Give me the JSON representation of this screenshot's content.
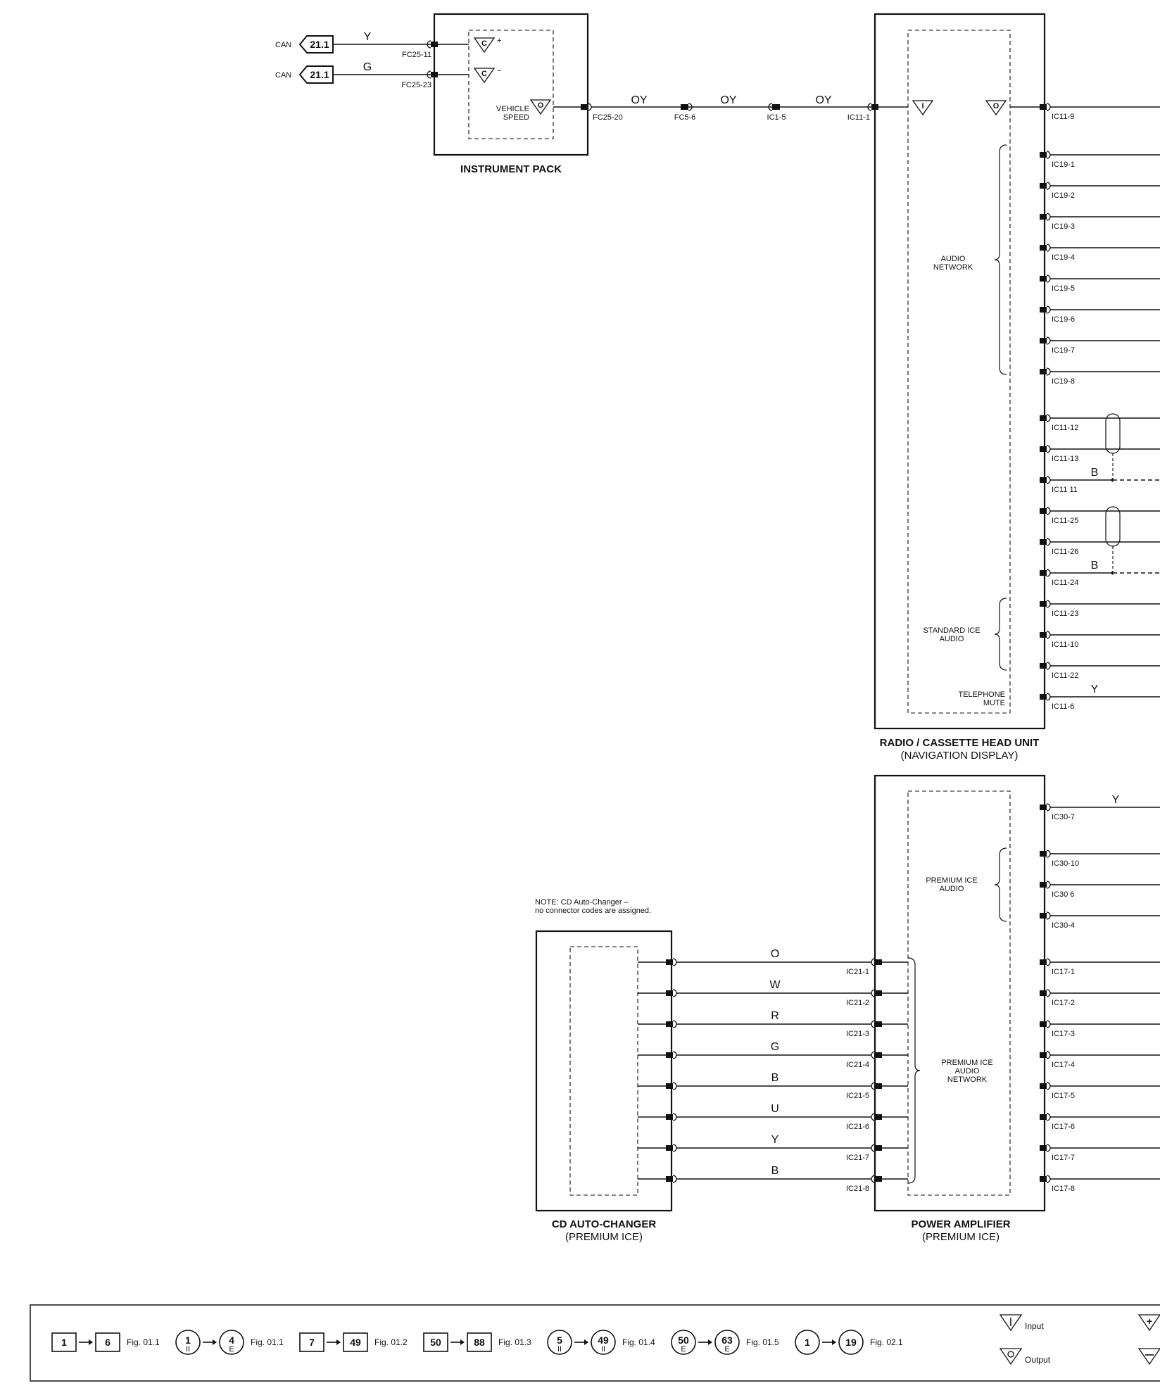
{
  "instrument_pack": {
    "title": "INSTRUMENT PACK",
    "vehicle_speed": [
      "VEHICLE",
      "SPEED"
    ],
    "can_inputs": [
      {
        "label": "CAN",
        "ref": "21.1",
        "wire": "Y",
        "pin": "FC25-11",
        "symbol": "C",
        "sign": "+"
      },
      {
        "label": "CAN",
        "ref": "21.1",
        "wire": "G",
        "pin": "FC25-23",
        "symbol": "C",
        "sign": "−"
      }
    ],
    "output_pin": "FC25-20"
  },
  "speed_wire": {
    "segments": [
      "OY",
      "OY",
      "OY"
    ],
    "connectors": [
      "FC5-6",
      "IC1-5"
    ]
  },
  "radio_unit": {
    "title": "RADIO / CASSETTE HEAD UNIT",
    "subtitle": "(NAVIGATION DISPLAY)",
    "input_pin": "IC11-1",
    "input_symbol": "I",
    "output_symbol": "O",
    "audio_network": [
      "AUDIO",
      "NETWORK"
    ],
    "standard_ice": [
      "STANDARD ICE",
      "AUDIO"
    ],
    "telephone_mute": [
      "TELEPHONE",
      "MUTE"
    ],
    "pins": [
      "IC11-9",
      "IC19-1",
      "IC19-2",
      "IC19-3",
      "IC19-4",
      "IC19-5",
      "IC19-6",
      "IC19-7",
      "IC19-8",
      "IC11-12",
      "IC11-13",
      "IC11 11",
      "IC11-25",
      "IC11-26",
      "IC11-24",
      "IC11-23",
      "IC11-10",
      "IC11-22",
      "IC11-6"
    ],
    "wire_labels": {
      "IC11 11": "B",
      "IC11-24": "B",
      "IC11-6": "Y"
    }
  },
  "power_amplifier": {
    "title": "POWER AMPLIFIER",
    "subtitle": "(PREMIUM ICE)",
    "premium_ice": [
      "PREMIUM ICE",
      "AUDIO"
    ],
    "premium_network": [
      "PREMIUM ICE",
      "AUDIO",
      "NETWORK"
    ],
    "right_pins": [
      "IC30-7",
      "IC30-10",
      "IC30 6",
      "IC30-4",
      "IC17-1",
      "IC17-2",
      "IC17-3",
      "IC17-4",
      "IC17-5",
      "IC17-6",
      "IC17-7",
      "IC17-8"
    ],
    "right_wire_labels": {
      "IC30-7": "Y"
    },
    "left_pins": [
      "IC21-1",
      "IC21-2",
      "IC21-3",
      "IC21-4",
      "IC21-5",
      "IC21-6",
      "IC21-7",
      "IC21-8"
    ]
  },
  "cd_changer": {
    "title": "CD AUTO-CHANGER",
    "subtitle": "(PREMIUM ICE)",
    "note": [
      "NOTE: CD Auto-Changer –",
      "no connector codes are assigned."
    ],
    "wires": [
      "O",
      "W",
      "R",
      "G",
      "B",
      "U",
      "Y",
      "B"
    ]
  },
  "legend": {
    "items": [
      {
        "from": "1",
        "to": "6",
        "shape": "box",
        "fig": "Fig. 01.1"
      },
      {
        "from": "1",
        "from_sub": "II",
        "to": "4",
        "to_sub": "E",
        "shape": "circle",
        "fig": "Fig. 01.1"
      },
      {
        "from": "7",
        "to": "49",
        "shape": "box",
        "fig": "Fig. 01.2"
      },
      {
        "from": "50",
        "to": "88",
        "shape": "box",
        "fig": "Fig. 01.3"
      },
      {
        "from": "5",
        "from_sub": "II",
        "to": "49",
        "to_sub": "II",
        "shape": "circle",
        "fig": "Fig. 01.4"
      },
      {
        "from": "50",
        "from_sub": "E",
        "to": "63",
        "to_sub": "E",
        "shape": "circle",
        "fig": "Fig. 01.5"
      },
      {
        "from": "1",
        "to": "19",
        "shape": "circle",
        "fig": "Fig. 02.1"
      }
    ],
    "input_label": "Input",
    "output_label": "Output"
  }
}
